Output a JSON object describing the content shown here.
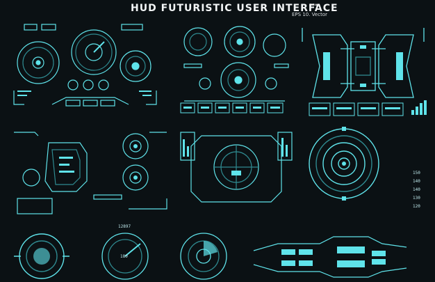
{
  "header": {
    "title": "HUD FUTURISTIC USER INTERFACE",
    "stars": "***",
    "subtitle": "EPS 10. Vector"
  },
  "readouts": {
    "speed_gauge_top": "12897",
    "speed_gauge_center": "180",
    "right_values": [
      "150",
      "140",
      "140",
      "130",
      "120"
    ]
  },
  "colors": {
    "background": "#0b1114",
    "accent": "#5fe3ea",
    "accent_dim": "#2f8a90",
    "title": "#f2f5f6"
  }
}
